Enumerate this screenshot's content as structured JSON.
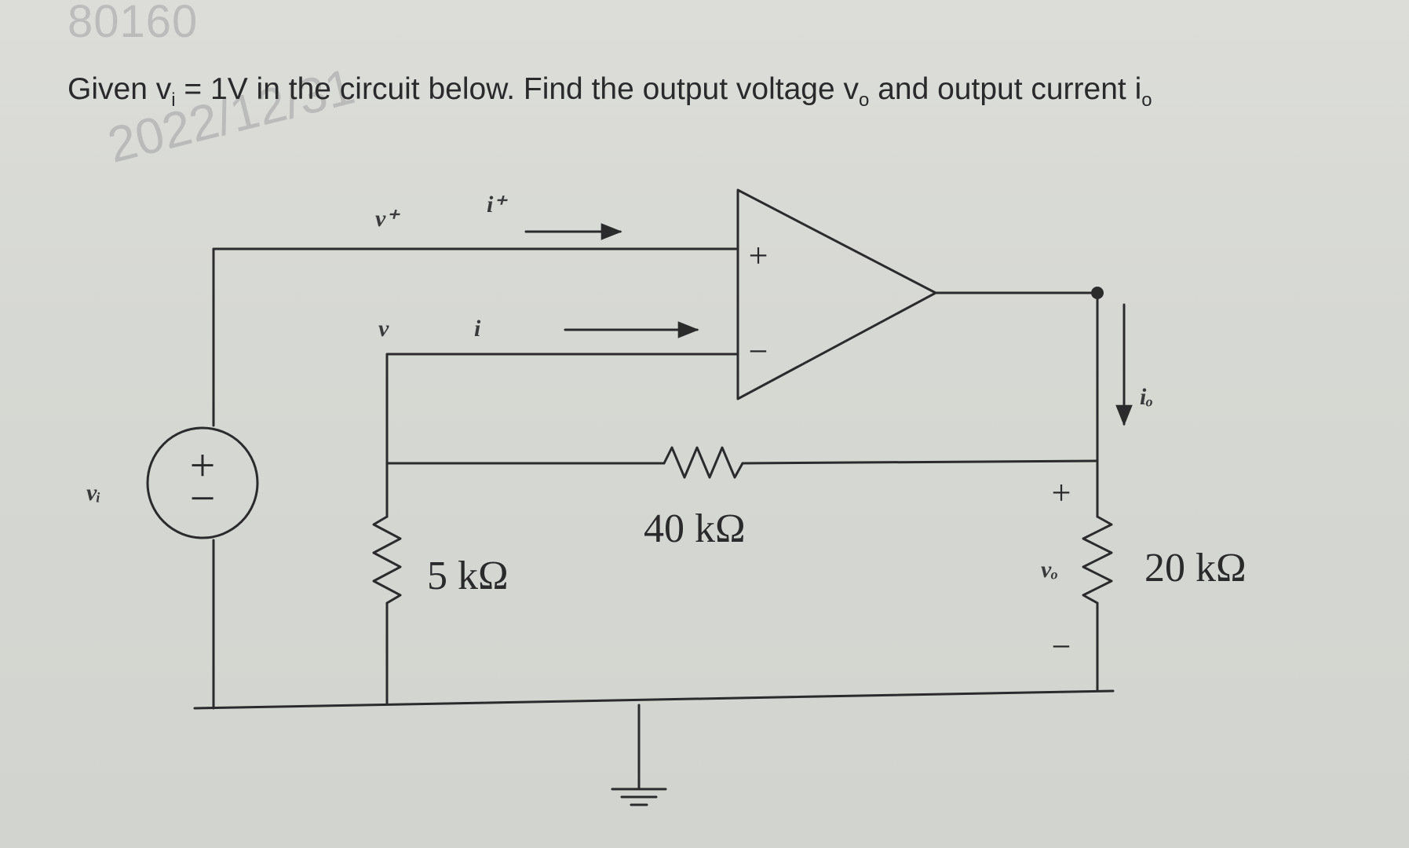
{
  "watermark": {
    "id": "80160",
    "date": "2022/12/31"
  },
  "question": {
    "prefix": "Given v",
    "prefix_sub": "i",
    "middle": " = 1V in the circuit below. Find the output voltage v",
    "middle_sub": "o",
    "end": " and output current i",
    "end_sub": "o"
  },
  "circuit": {
    "labels": {
      "v_plus": "v⁺",
      "i_plus": "i⁺",
      "v_minus": "v",
      "i_minus": "i",
      "opamp_plus": "+",
      "opamp_minus": "−",
      "source": "vᵢ",
      "source_plus": "+",
      "source_minus": "−",
      "r1": "5 kΩ",
      "r2": "40 kΩ",
      "r3": "20 kΩ",
      "io": "iₒ",
      "vo": "vₒ",
      "vo_plus": "+",
      "vo_minus": "−"
    },
    "colors": {
      "wire": "#2b2b2b",
      "background": "#d6d8d3"
    }
  }
}
